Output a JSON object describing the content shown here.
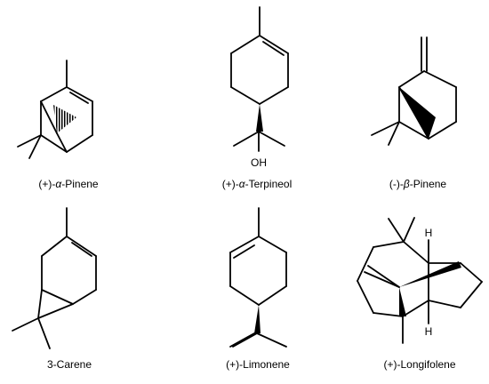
{
  "molecules": [
    {
      "id": "a-pinene",
      "caption_prefix": "(+)-",
      "caption_greek": "α",
      "caption_suffix": "-Pinene"
    },
    {
      "id": "a-terpineol",
      "caption_prefix": "(+)-",
      "caption_greek": "α",
      "caption_suffix": "-Terpineol",
      "oh_label": "OH"
    },
    {
      "id": "b-pinene",
      "caption_prefix": "(-)-",
      "caption_greek": "β",
      "caption_suffix": "-Pinene"
    },
    {
      "id": "3-carene",
      "caption_prefix": "",
      "caption_greek": "",
      "caption_suffix": "3-Carene"
    },
    {
      "id": "limonene",
      "caption_prefix": "",
      "caption_greek": "",
      "caption_suffix": "(+)-Limonene"
    },
    {
      "id": "longifolene",
      "caption_prefix": "",
      "caption_greek": "",
      "caption_suffix": "(+)-Longifolene",
      "h_top": "H",
      "h_bottom": "H"
    }
  ]
}
